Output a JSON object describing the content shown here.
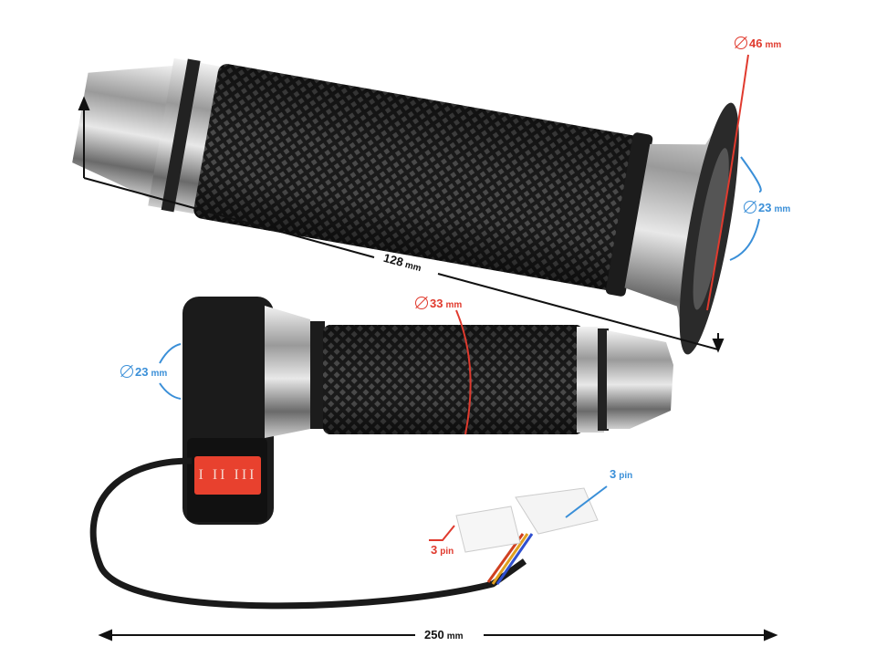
{
  "product_photo": {
    "switch_label": "I II III",
    "annotations": {
      "outer_diameter": {
        "value": "46",
        "unit": "mm",
        "color": "#e03a2e"
      },
      "inner_diameter_top": {
        "value": "23",
        "unit": "mm",
        "color": "#3a8fd8"
      },
      "grip_length": {
        "value": "128",
        "unit": "mm",
        "color": "#111111"
      },
      "grip_diameter": {
        "value": "33",
        "unit": "mm",
        "color": "#e03a2e"
      },
      "inner_diameter_housing": {
        "value": "23",
        "unit": "mm",
        "color": "#3a8fd8"
      },
      "connector_a": {
        "value": "3",
        "unit": "pin",
        "color": "#3a8fd8"
      },
      "connector_b": {
        "value": "3",
        "unit": "pin",
        "color": "#e03a2e"
      },
      "total_length": {
        "value": "250",
        "unit": "mm",
        "color": "#111111"
      }
    }
  }
}
